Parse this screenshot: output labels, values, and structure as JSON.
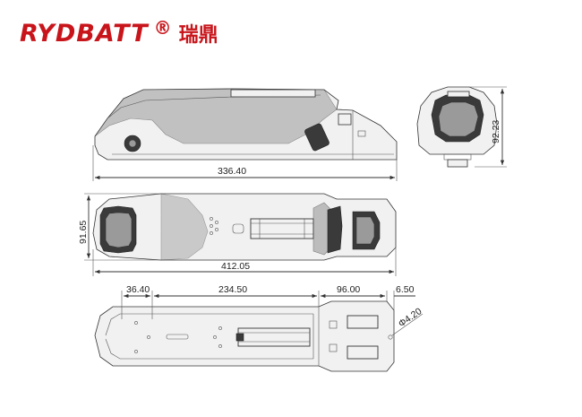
{
  "brand": {
    "name": "RYDBATT",
    "registered_mark": "®",
    "chinese_name": "瑞鼎"
  },
  "dimensions": {
    "side_length": "336.40",
    "end_height": "92.23",
    "top_width": "91.65",
    "top_length": "412.05",
    "bottom_offset_left": "36.40",
    "bottom_hole_spacing": "234.50",
    "bottom_rail_length": "96.00",
    "bottom_end_offset": "6.50",
    "hole_diameter": "Φ4.20"
  }
}
